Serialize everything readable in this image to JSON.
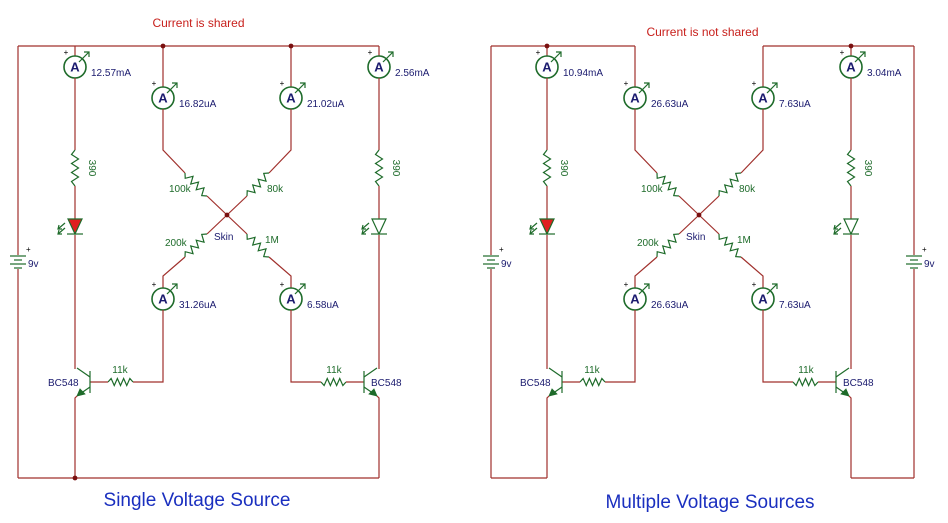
{
  "left": {
    "header": "Current is shared",
    "caption": "Single Voltage Source",
    "meters": {
      "led_left": "12.57mA",
      "led_right": "2.56mA",
      "top_left": "16.82uA",
      "top_right": "21.02uA",
      "bottom_left": "31.26uA",
      "bottom_right": "6.58uA"
    },
    "battery": "9v",
    "led_resistor_left": "390",
    "led_resistor_right": "390",
    "skin_resistors": [
      "100k",
      "80k",
      "200k",
      "1M"
    ],
    "skin_label": "Skin",
    "base_resistor_left": "11k",
    "base_resistor_right": "11k",
    "transistor_left": "BC548",
    "transistor_right": "BC548",
    "led_left_lit": true,
    "led_right_lit": false
  },
  "right": {
    "header": "Current is not shared",
    "caption": "Multiple Voltage Sources",
    "meters": {
      "led_left": "10.94mA",
      "led_right": "3.04mA",
      "top_left": "26.63uA",
      "top_right": "7.63uA",
      "bottom_left": "26.63uA",
      "bottom_right": "7.63uA"
    },
    "battery_left": "9v",
    "battery_right": "9v",
    "led_resistor_left": "390",
    "led_resistor_right": "390",
    "skin_resistors": [
      "100k",
      "80k",
      "200k",
      "1M"
    ],
    "skin_label": "Skin",
    "base_resistor_left": "11k",
    "base_resistor_right": "11k",
    "transistor_left": "BC548",
    "transistor_right": "BC548",
    "led_left_lit": true,
    "led_right_lit": false
  },
  "meter_letter": "A",
  "colors": {
    "wire": "#a0302c",
    "component": "#1e6b2a",
    "reading_text": "#1a1a6e",
    "header_text": "#c8201c",
    "caption_text": "#1a2fbf",
    "led_on": "#e02020"
  }
}
